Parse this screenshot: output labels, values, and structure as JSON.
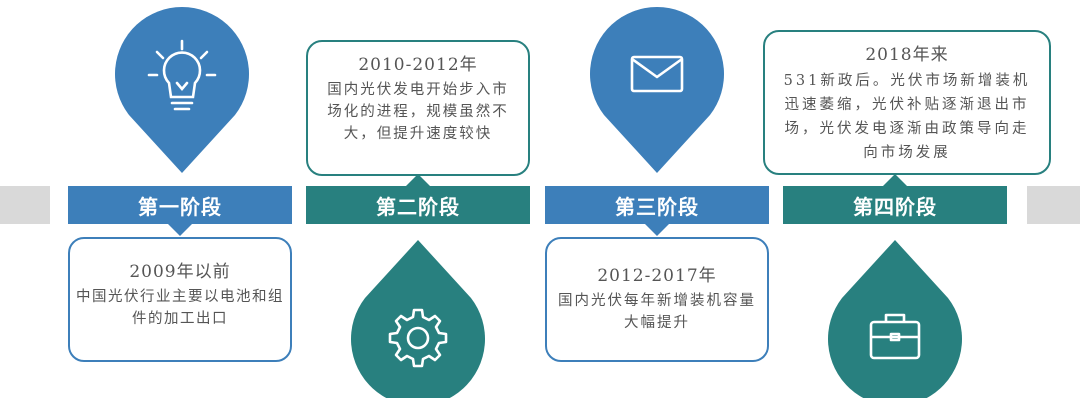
{
  "stages": [
    {
      "label": "第一阶段",
      "year": "2009年以前",
      "desc": "中国光伏行业主要以电池和组件的加工出口",
      "color": "#3d7fba",
      "icon": "lightbulb-icon"
    },
    {
      "label": "第二阶段",
      "year": "2010-2012年",
      "desc": "国内光伏发电开始步入市场化的进程，规模虽然不大，但提升速度较快",
      "color": "#28807f",
      "icon": "gear-icon"
    },
    {
      "label": "第三阶段",
      "year": "2012-2017年",
      "desc": "国内光伏每年新增装机容量大幅提升",
      "color": "#3d7fba",
      "icon": "envelope-icon"
    },
    {
      "label": "第四阶段",
      "year": "2018年来",
      "desc": "531新政后。光伏市场新增装机迅速萎缩，光伏补贴逐渐退出市场，光伏发电逐渐由政策导向走向市场发展",
      "color": "#28807f",
      "icon": "briefcase-icon"
    }
  ]
}
